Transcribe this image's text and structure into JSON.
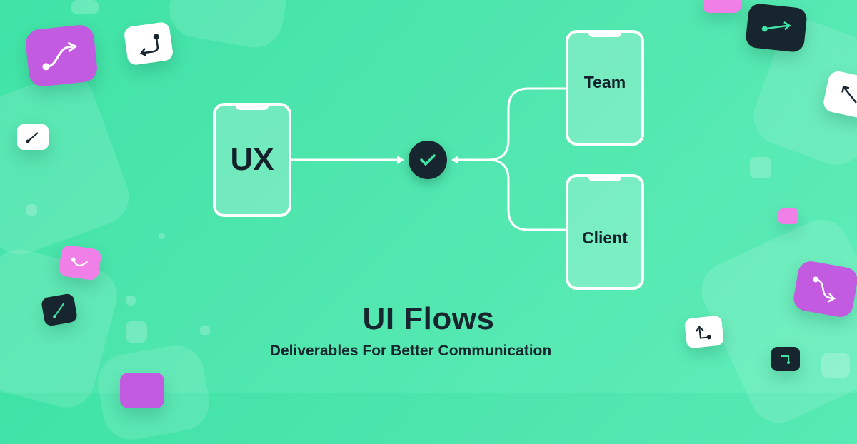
{
  "phones": {
    "ux": "UX",
    "team": "Team",
    "client": "Client"
  },
  "heading": {
    "title": "UI Flows",
    "subtitle": "Deliverables For Better Communication"
  },
  "colors": {
    "background": "#4fe6ae",
    "dark": "#17262e",
    "accent_purple": "#c25be0",
    "accent_pink": "#f07fe8",
    "teal": "#3fe3a6"
  },
  "icons": [
    "curve-arrow-icon",
    "bend-arrow-icon",
    "diagonal-line-icon",
    "check-icon"
  ]
}
